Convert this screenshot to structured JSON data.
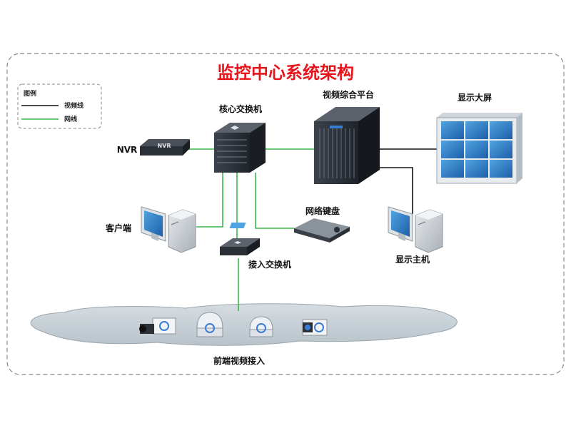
{
  "title": "监控中心系统架构",
  "legend": {
    "heading": "图例",
    "items": [
      {
        "label": "视频线",
        "color": "#111111"
      },
      {
        "label": "网线",
        "color": "#3ab54a"
      }
    ]
  },
  "nodes": {
    "core_switch": "核心交换机",
    "video_platform": "视频综合平台",
    "display_wall": "显示大屏",
    "nvr": "NVR",
    "nvr_device_text": "NVR",
    "client": "客户端",
    "network_keyboard": "网络键盘",
    "display_host": "显示主机",
    "access_switch": "接入交换机",
    "frontend": "前端视频接入"
  },
  "colors": {
    "title": "#e8141b",
    "video_line": "#111111",
    "network_line": "#3ab54a",
    "frame": "#888888",
    "cloud": "#c6d0d6",
    "device_dark": "#2b2f36"
  },
  "icons": [
    "switch-icon",
    "server-rack-icon",
    "video-wall-icon",
    "nvr-icon",
    "pc-icon",
    "keyboard-icon",
    "camera-icon",
    "dome-camera-icon"
  ]
}
